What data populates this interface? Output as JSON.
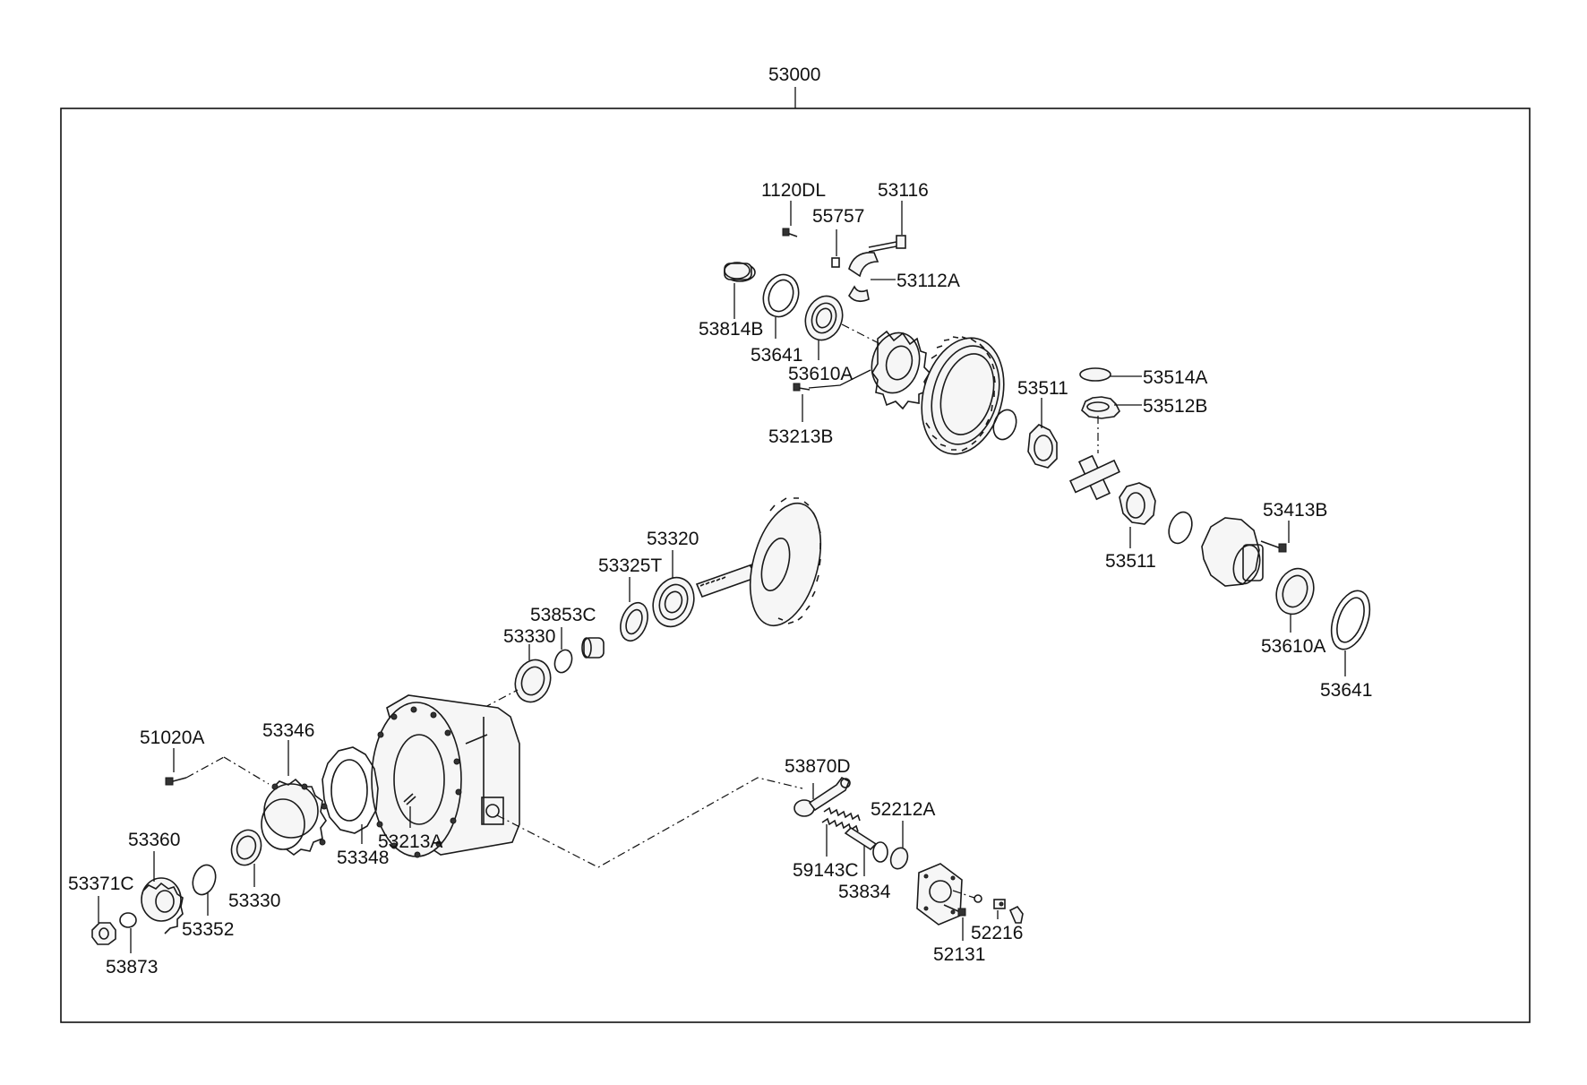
{
  "diagram": {
    "assembly_label": "53000",
    "labels": {
      "l1120DL": "1120DL",
      "l53116": "53116",
      "l55757": "55757",
      "l53112A": "53112A",
      "l53814B": "53814B",
      "l53641_top": "53641",
      "l53610A_top": "53610A",
      "l53213B": "53213B",
      "l53511_top": "53511",
      "l53514A": "53514A",
      "l53512B": "53512B",
      "l53413B": "53413B",
      "l53511_bottom": "53511",
      "l53610A_right": "53610A",
      "l53641_right": "53641",
      "l53320": "53320",
      "l53325T": "53325T",
      "l53853C": "53853C",
      "l53330_top": "53330",
      "l51020A": "51020A",
      "l53346": "53346",
      "l53348": "53348",
      "l53213A": "53213A",
      "l53360": "53360",
      "l53371C": "53371C",
      "l53873": "53873",
      "l53352": "53352",
      "l53330_bottom": "53330",
      "l53870D": "53870D",
      "l52212A": "52212A",
      "l59143C": "59143C",
      "l53834": "53834",
      "l52131": "52131",
      "l52216": "52216"
    }
  }
}
